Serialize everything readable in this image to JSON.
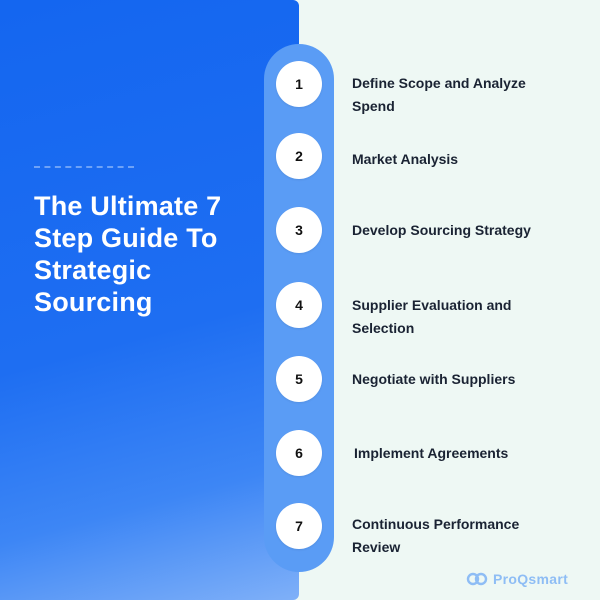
{
  "title": "The Ultimate 7 Step Guide To Strategic Sourcing",
  "steps": [
    {
      "number": "1",
      "label": "Define Scope and Analyze Spend"
    },
    {
      "number": "2",
      "label": "Market Analysis"
    },
    {
      "number": "3",
      "label": "Develop Sourcing Strategy"
    },
    {
      "number": "4",
      "label": "Supplier Evaluation and Selection"
    },
    {
      "number": "5",
      "label": "Negotiate with Suppliers"
    },
    {
      "number": "6",
      "label": "Implement Agreements"
    },
    {
      "number": "7",
      "label": "Continuous Performance Review"
    }
  ],
  "brand": {
    "name": "ProQsmart",
    "icon": "proqsmart-logo-icon",
    "color": "#8ebdf5"
  },
  "colors": {
    "primary_blue": "#1466f0",
    "track_blue": "#5a9cf5",
    "background": "#eef8f4"
  }
}
